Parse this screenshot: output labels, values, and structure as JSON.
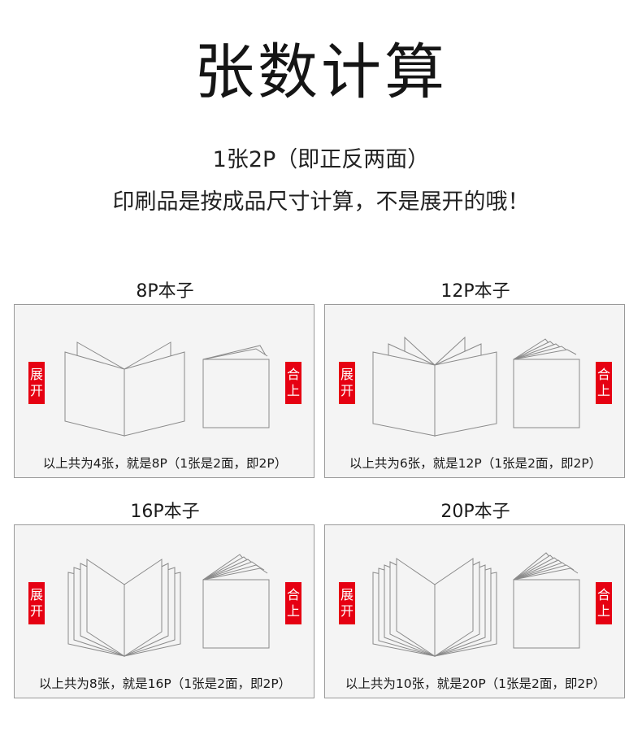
{
  "header": {
    "title": "张数计算",
    "subtitle": "1张2P（即正反两面）",
    "note": "印刷品是按成品尺寸计算，不是展开的哦！"
  },
  "labels": {
    "open": "展开",
    "closed": "合上"
  },
  "cards": [
    {
      "title": "8P本子",
      "caption": "以上共为4张，就是8P（1张是2面，即2P）"
    },
    {
      "title": "12P本子",
      "caption": "以上共为6张，就是12P（1张是2面，即2P）"
    },
    {
      "title": "16P本子",
      "caption": "以上共为8张，就是16P（1张是2面，即2P）"
    },
    {
      "title": "20P本子",
      "caption": "以上共为10张，就是20P（1张是2面，即2P）"
    }
  ],
  "colors": {
    "tag": "#e60012",
    "card_bg": "#f4f4f4",
    "line": "#8a8a8a"
  }
}
